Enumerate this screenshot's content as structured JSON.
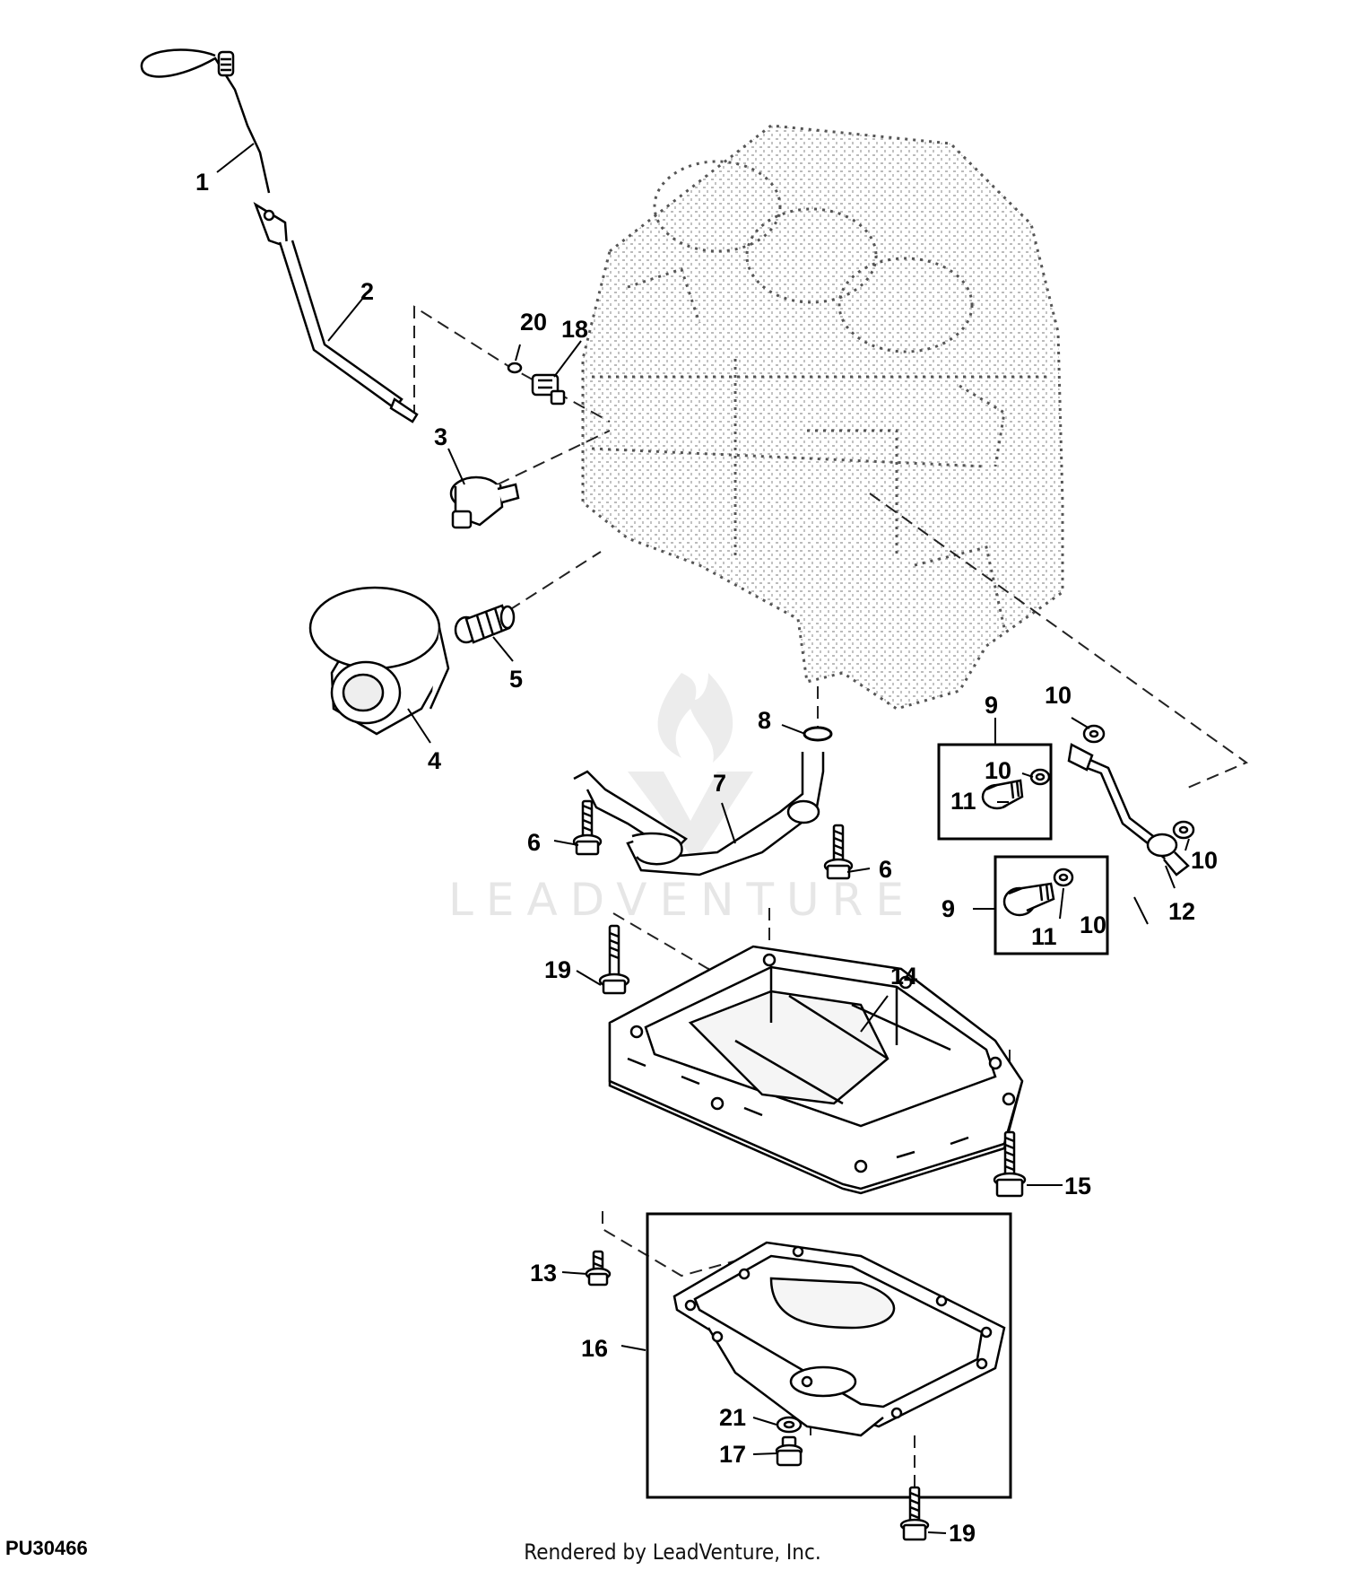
{
  "figure_id": "PU30466",
  "credit": "Rendered by LeadVenture, Inc.",
  "watermark": "LEADVENTURE",
  "callouts": [
    {
      "key": "c1",
      "label": "1"
    },
    {
      "key": "c2",
      "label": "2"
    },
    {
      "key": "c20",
      "label": "20"
    },
    {
      "key": "c18",
      "label": "18"
    },
    {
      "key": "c3",
      "label": "3"
    },
    {
      "key": "c5",
      "label": "5"
    },
    {
      "key": "c4",
      "label": "4"
    },
    {
      "key": "c8",
      "label": "8"
    },
    {
      "key": "c7",
      "label": "7"
    },
    {
      "key": "c6a",
      "label": "6"
    },
    {
      "key": "c6b",
      "label": "6"
    },
    {
      "key": "c9a",
      "label": "9"
    },
    {
      "key": "c10a",
      "label": "10"
    },
    {
      "key": "c10b",
      "label": "10"
    },
    {
      "key": "c11a",
      "label": "11"
    },
    {
      "key": "c10c",
      "label": "10"
    },
    {
      "key": "c12",
      "label": "12"
    },
    {
      "key": "c9b",
      "label": "9"
    },
    {
      "key": "c11b",
      "label": "11"
    },
    {
      "key": "c10d",
      "label": "10"
    },
    {
      "key": "c19a",
      "label": "19"
    },
    {
      "key": "c14",
      "label": "14"
    },
    {
      "key": "c15",
      "label": "15"
    },
    {
      "key": "c13",
      "label": "13"
    },
    {
      "key": "c16",
      "label": "16"
    },
    {
      "key": "c21",
      "label": "21"
    },
    {
      "key": "c17",
      "label": "17"
    },
    {
      "key": "c19b",
      "label": "19"
    }
  ]
}
